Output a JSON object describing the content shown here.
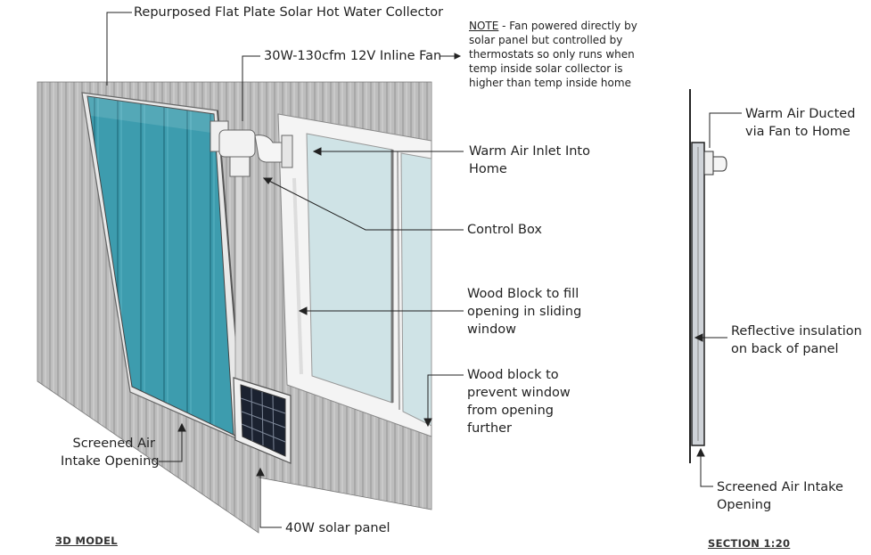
{
  "labels": {
    "collector": "Repurposed Flat Plate Solar Hot Water Collector",
    "fan": "30W-130cfm 12V Inline Fan",
    "inlet_line1": "Warm Air Inlet Into",
    "inlet_line2": "Home",
    "control_box": "Control Box",
    "wood_fill_line1": "Wood Block to fill",
    "wood_fill_line2": "opening in sliding",
    "wood_fill_line3": "window",
    "wood_prevent_line1": "Wood block to",
    "wood_prevent_line2": "prevent window",
    "wood_prevent_line3": "from opening",
    "wood_prevent_line4": "further",
    "intake_line1": "Screened Air",
    "intake_line2": "Intake Opening",
    "solar_panel": "40W solar panel",
    "ducted_line1": "Warm Air Ducted",
    "ducted_line2": "via Fan to Home",
    "reflective_line1": "Reflective insulation",
    "reflective_line2": "on back of panel",
    "section_intake_line1": "Screened Air Intake",
    "section_intake_line2": "Opening"
  },
  "note": {
    "heading": "NOTE",
    "line1_rest": " - Fan powered directly by",
    "line2": "solar panel but controlled by",
    "line3": "thermostats so only runs when",
    "line4": "temp inside solar collector is",
    "line5": "higher than temp inside home"
  },
  "captions": {
    "model": "3D MODEL",
    "section": "SECTION 1:20"
  },
  "colors": {
    "collector_glass": "#3d9cae",
    "wall": "#b8b8b8",
    "window_glass": "#cfe3e6"
  }
}
